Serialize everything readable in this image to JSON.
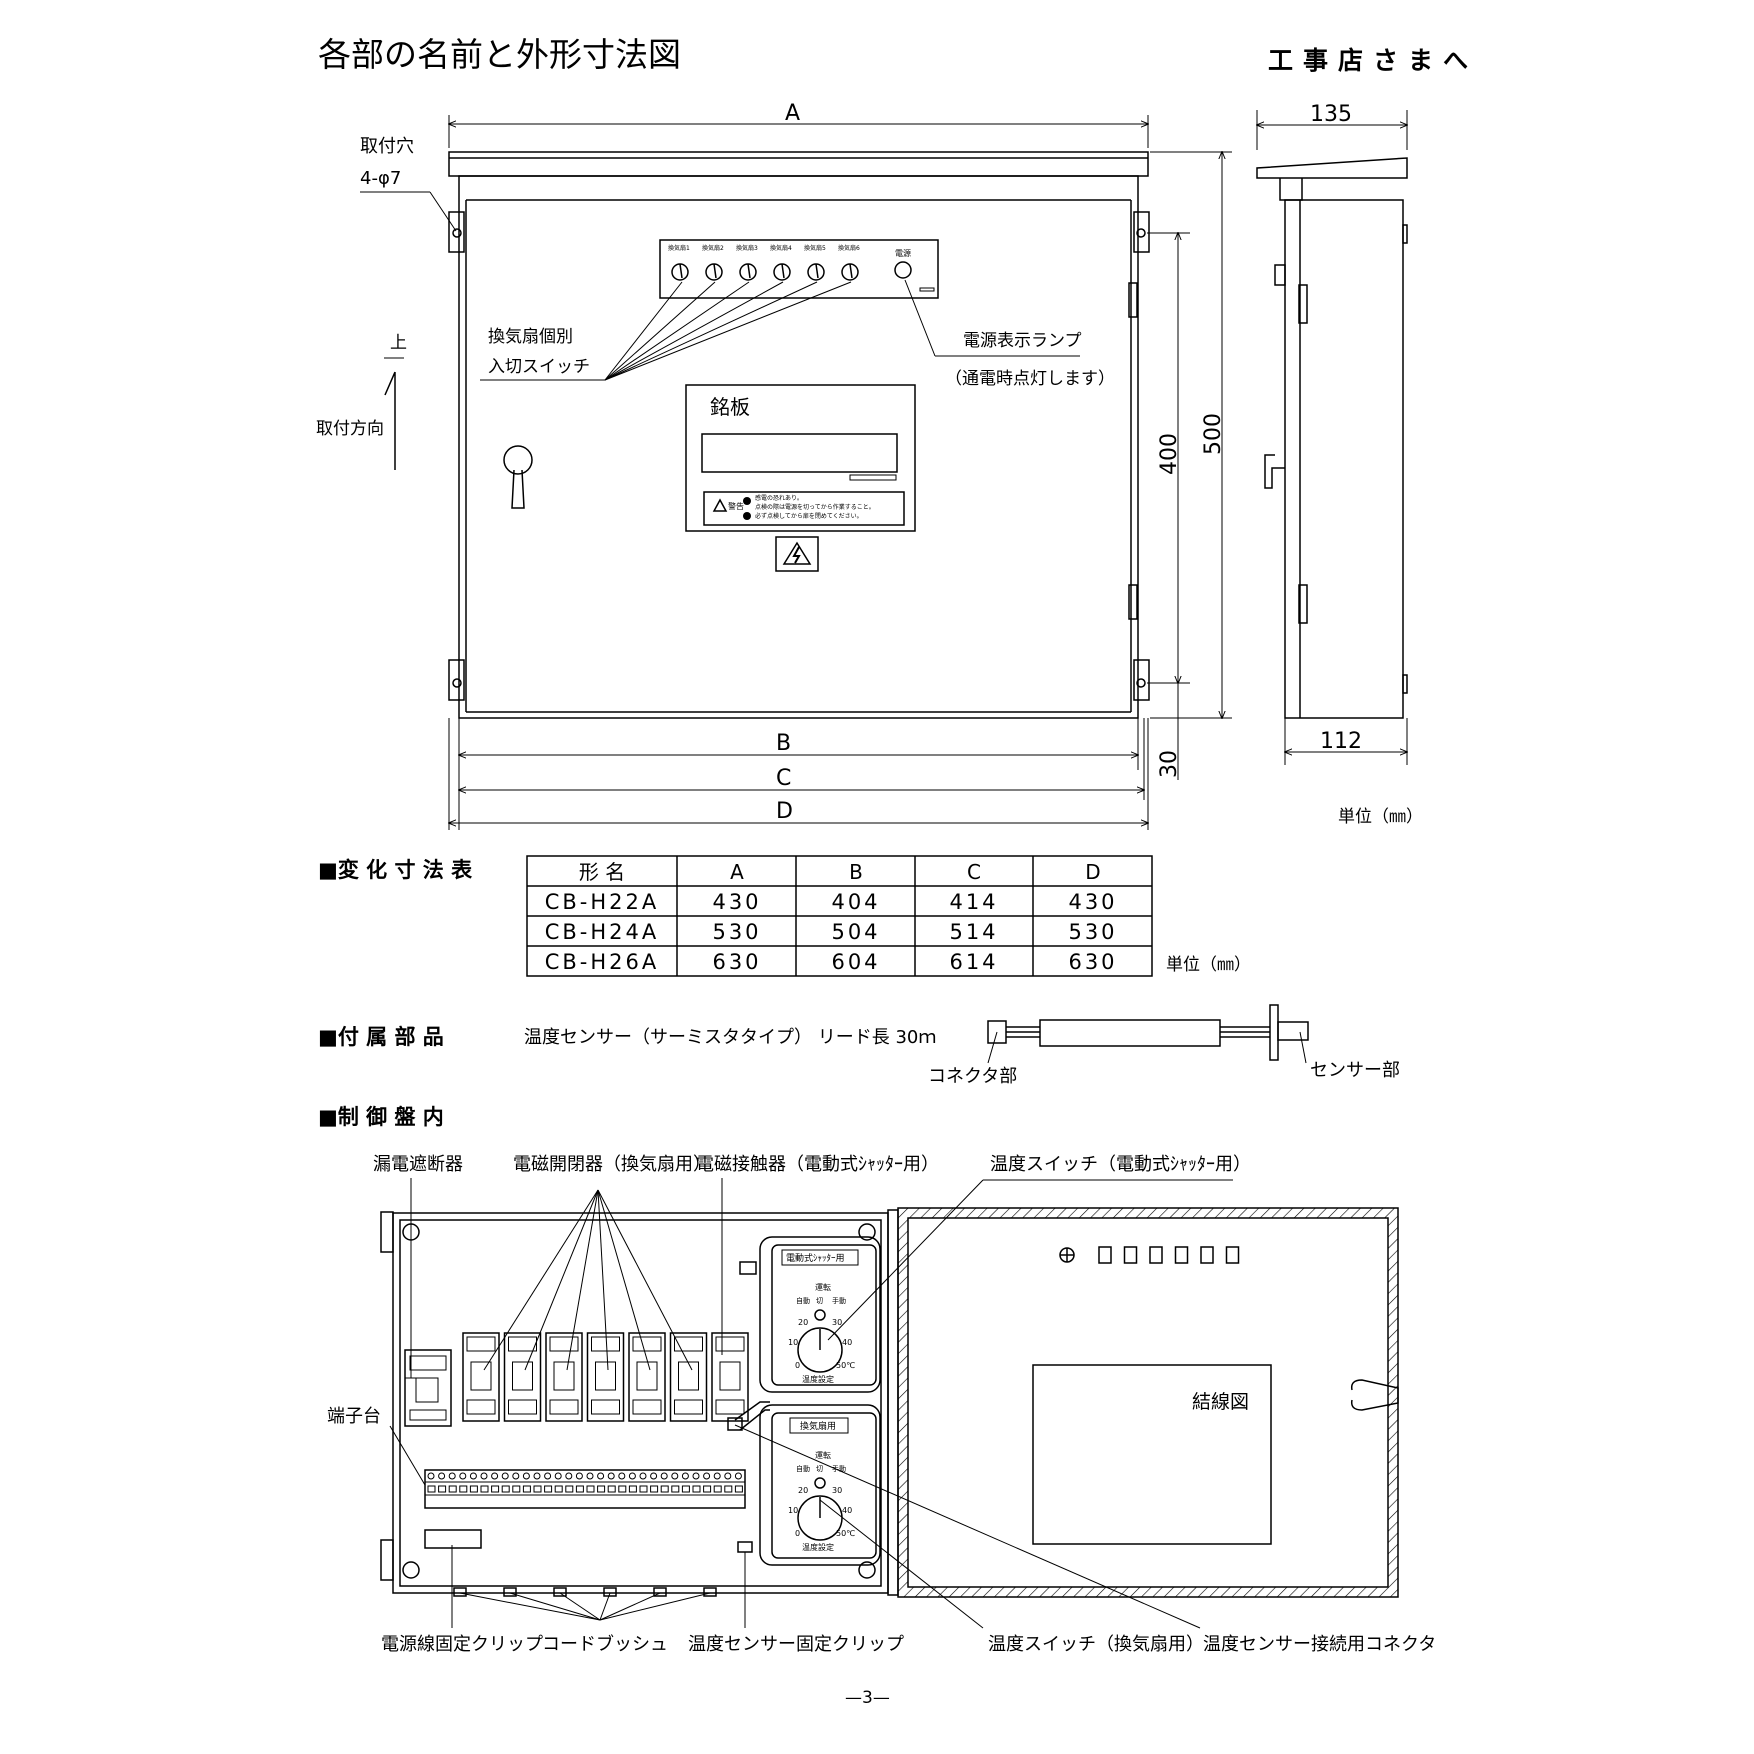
{
  "page_title": "各部の名前と外形寸法図",
  "audience_label": "工事店さまへ",
  "front_view": {
    "dim_a": "A",
    "dim_b": "B",
    "dim_c": "C",
    "dim_d": "D",
    "dim_400": "400",
    "dim_500": "500",
    "dim_30": "30",
    "mount_hole_label_1": "取付穴",
    "mount_hole_label_2": "4-φ7",
    "mount_dir_up": "上",
    "mount_dir_label": "取付方向",
    "fan_switch_label_1": "換気扇個別",
    "fan_switch_label_2": "入切スイッチ",
    "switch_labels": [
      "換気扇1",
      "換気扇2",
      "換気扇3",
      "換気扇4",
      "換気扇5",
      "換気扇6"
    ],
    "power_small_label": "電源",
    "power_lamp_label": "電源表示ランプ",
    "power_lamp_note": "（通電時点灯します）",
    "nameplate_label": "銘板",
    "warning_word": "警告",
    "warning_lines": [
      "感電の恐れあり。",
      "点検の際は電源を切ってから作業すること。",
      "必ず点検してから扉を閉めてください。"
    ]
  },
  "side_view": {
    "dim_top": "135",
    "dim_bottom": "112",
    "unit": "単位（㎜）"
  },
  "dimension_table": {
    "section_title": "■変 化 寸 法 表",
    "headers": [
      "形 名",
      "A",
      "B",
      "C",
      "D"
    ],
    "rows": [
      [
        "CB-H22A",
        "430",
        "404",
        "414",
        "430"
      ],
      [
        "CB-H24A",
        "530",
        "504",
        "514",
        "530"
      ],
      [
        "CB-H26A",
        "630",
        "604",
        "614",
        "630"
      ]
    ],
    "unit": "単位（㎜）"
  },
  "accessories": {
    "section_title": "■付 属 部 品",
    "description": "温度センサー（サーミスタタイプ） リード長 30ｍ",
    "connector_label": "コネクタ部",
    "sensor_label": "センサー部"
  },
  "control_panel": {
    "section_title": "■制 御 盤 内",
    "labels": {
      "breaker": "漏電遮断器",
      "contactor_fans": "電磁開閉器（換気扇用）",
      "contactor_shutter": "電磁接触器（電動式ｼｬｯﾀｰ用）",
      "temp_switch_shutter": "温度スイッチ（電動式ｼｬｯﾀｰ用）",
      "terminal_block": "端子台",
      "wiring_diagram": "結線図",
      "power_clip": "電源線固定クリップ",
      "cord_bush": "コードブッシュ",
      "sensor_clip": "温度センサー固定クリップ",
      "temp_switch_fan": "温度スイッチ（換気扇用）",
      "sensor_connector": "温度センサー接続用コネクタ"
    },
    "dial_shutter_title": "電動式ｼｬｯﾀｰ用",
    "dial_fan_title": "換気扇用",
    "dial_top": "運転",
    "dial_modes": [
      "自動",
      "切",
      "手動"
    ],
    "dial_ticks": [
      "20",
      "30",
      "10",
      "40",
      "0",
      "50℃"
    ],
    "dial_bottom": "温度設定"
  },
  "page_number": "—3—"
}
